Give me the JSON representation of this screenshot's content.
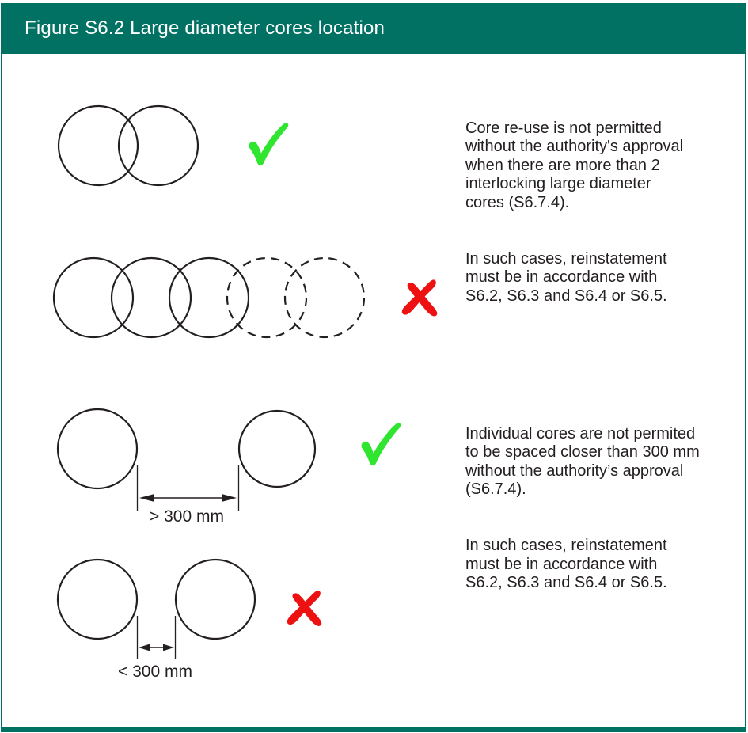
{
  "header": {
    "title": "Figure S6.2 Large diameter cores location"
  },
  "notes": {
    "interlocking": {
      "para1": "Core re-use is not permitted\nwithout the authority's approval\nwhen there are more than 2\ninterlocking large diameter\ncores (S6.7.4).",
      "para2": "In such cases, reinstatement\nmust be in accordance with\nS6.2, S6.3 and S6.4 or S6.5."
    },
    "spacing": {
      "para1": "Individual cores are not permited\nto be spaced closer than 300 mm\nwithout the authority’s approval\n(S6.7.4).",
      "para2": "In such cases, reinstatement\nmust be in accordance with\nS6.2, S6.3 and S6.4 or S6.5."
    }
  },
  "labels": {
    "min_spacing_ok": "> 300 mm",
    "min_spacing_bad": "< 300 mm"
  },
  "icons": {
    "permitted": "check-icon",
    "not_permitted": "cross-icon"
  },
  "colors": {
    "teal": "#007162",
    "green": "#2FE52F",
    "red": "#EE1111",
    "ink": "#231F20"
  }
}
